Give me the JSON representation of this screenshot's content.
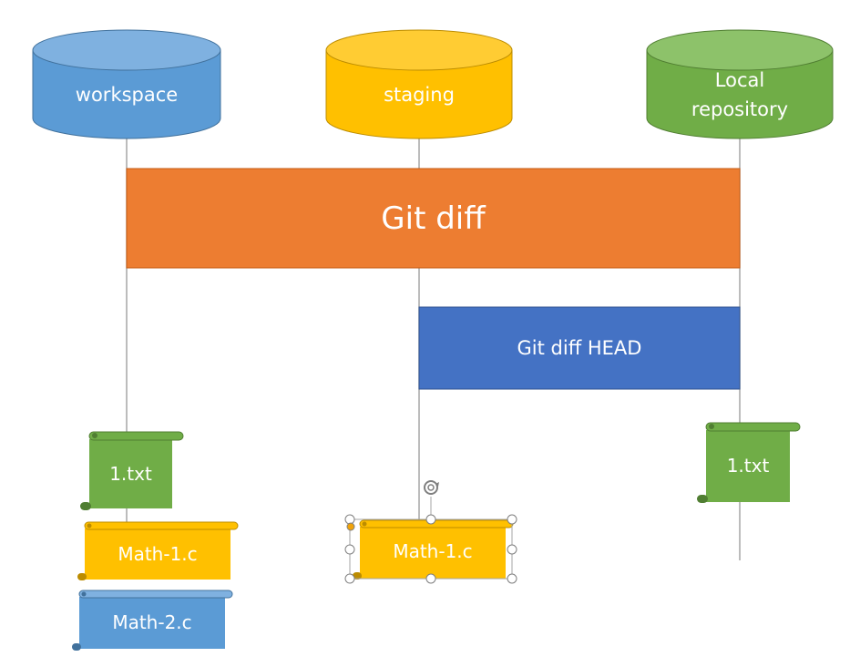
{
  "stores": {
    "workspace": {
      "label": "workspace",
      "color": "#5b9bd5",
      "stroke": "#41719c"
    },
    "staging": {
      "label": "staging",
      "color": "#ffc000",
      "stroke": "#bc8c00"
    },
    "local_repo": {
      "label": "Local\nrepository",
      "color": "#70ad47",
      "stroke": "#507e32"
    }
  },
  "bars": {
    "git_diff": {
      "label": "Git diff",
      "color": "#ed7d31"
    },
    "git_diff_head": {
      "label": "Git diff HEAD",
      "color": "#4472c4"
    }
  },
  "scrolls": {
    "workspace_1txt": {
      "label": "1.txt",
      "color": "#70ad47"
    },
    "workspace_math1": {
      "label": "Math-1.c",
      "color": "#ffc000"
    },
    "workspace_math2": {
      "label": "Math-2.c",
      "color": "#5b9bd5"
    },
    "staging_math1": {
      "label": "Math-1.c",
      "color": "#ffc000",
      "selected": true
    },
    "repo_1txt": {
      "label": "1.txt",
      "color": "#70ad47"
    }
  },
  "colors": {
    "line": "#a6a6a6",
    "handle": "#7f7f7f"
  }
}
